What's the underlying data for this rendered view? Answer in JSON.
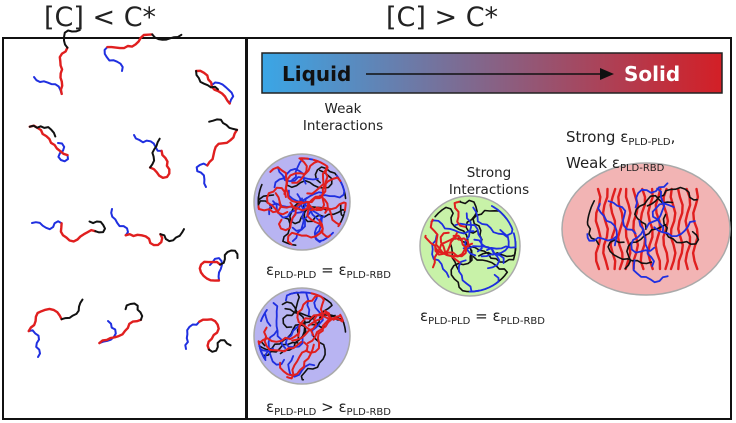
{
  "headers": {
    "left": "[C] < C*",
    "right": "[C] > C*"
  },
  "gradient_bar": {
    "start_label": "Liquid",
    "end_label": "Solid",
    "start_color": "#3aa6e6",
    "end_color": "#d31f26"
  },
  "states": {
    "weak": {
      "line1": "Weak",
      "line2": "Interactions",
      "color": "#b8b4f2"
    },
    "strong": {
      "line1": "Strong",
      "line2": "Interactions",
      "color": "#c8f2a8"
    },
    "solid": {
      "line1": "Strong",
      "line2": "Weak",
      "color": "#f2b4b4"
    }
  },
  "equations": {
    "eps": "ε",
    "pld_pld": "PLD-PLD",
    "pld_rbd": "PLD-RBD",
    "equals": " = ",
    "greater": " > ",
    "comma": ","
  },
  "chain_colors": {
    "pld": "#e01f1f",
    "rbd": "#1f2fe0",
    "linker": "#111111"
  }
}
